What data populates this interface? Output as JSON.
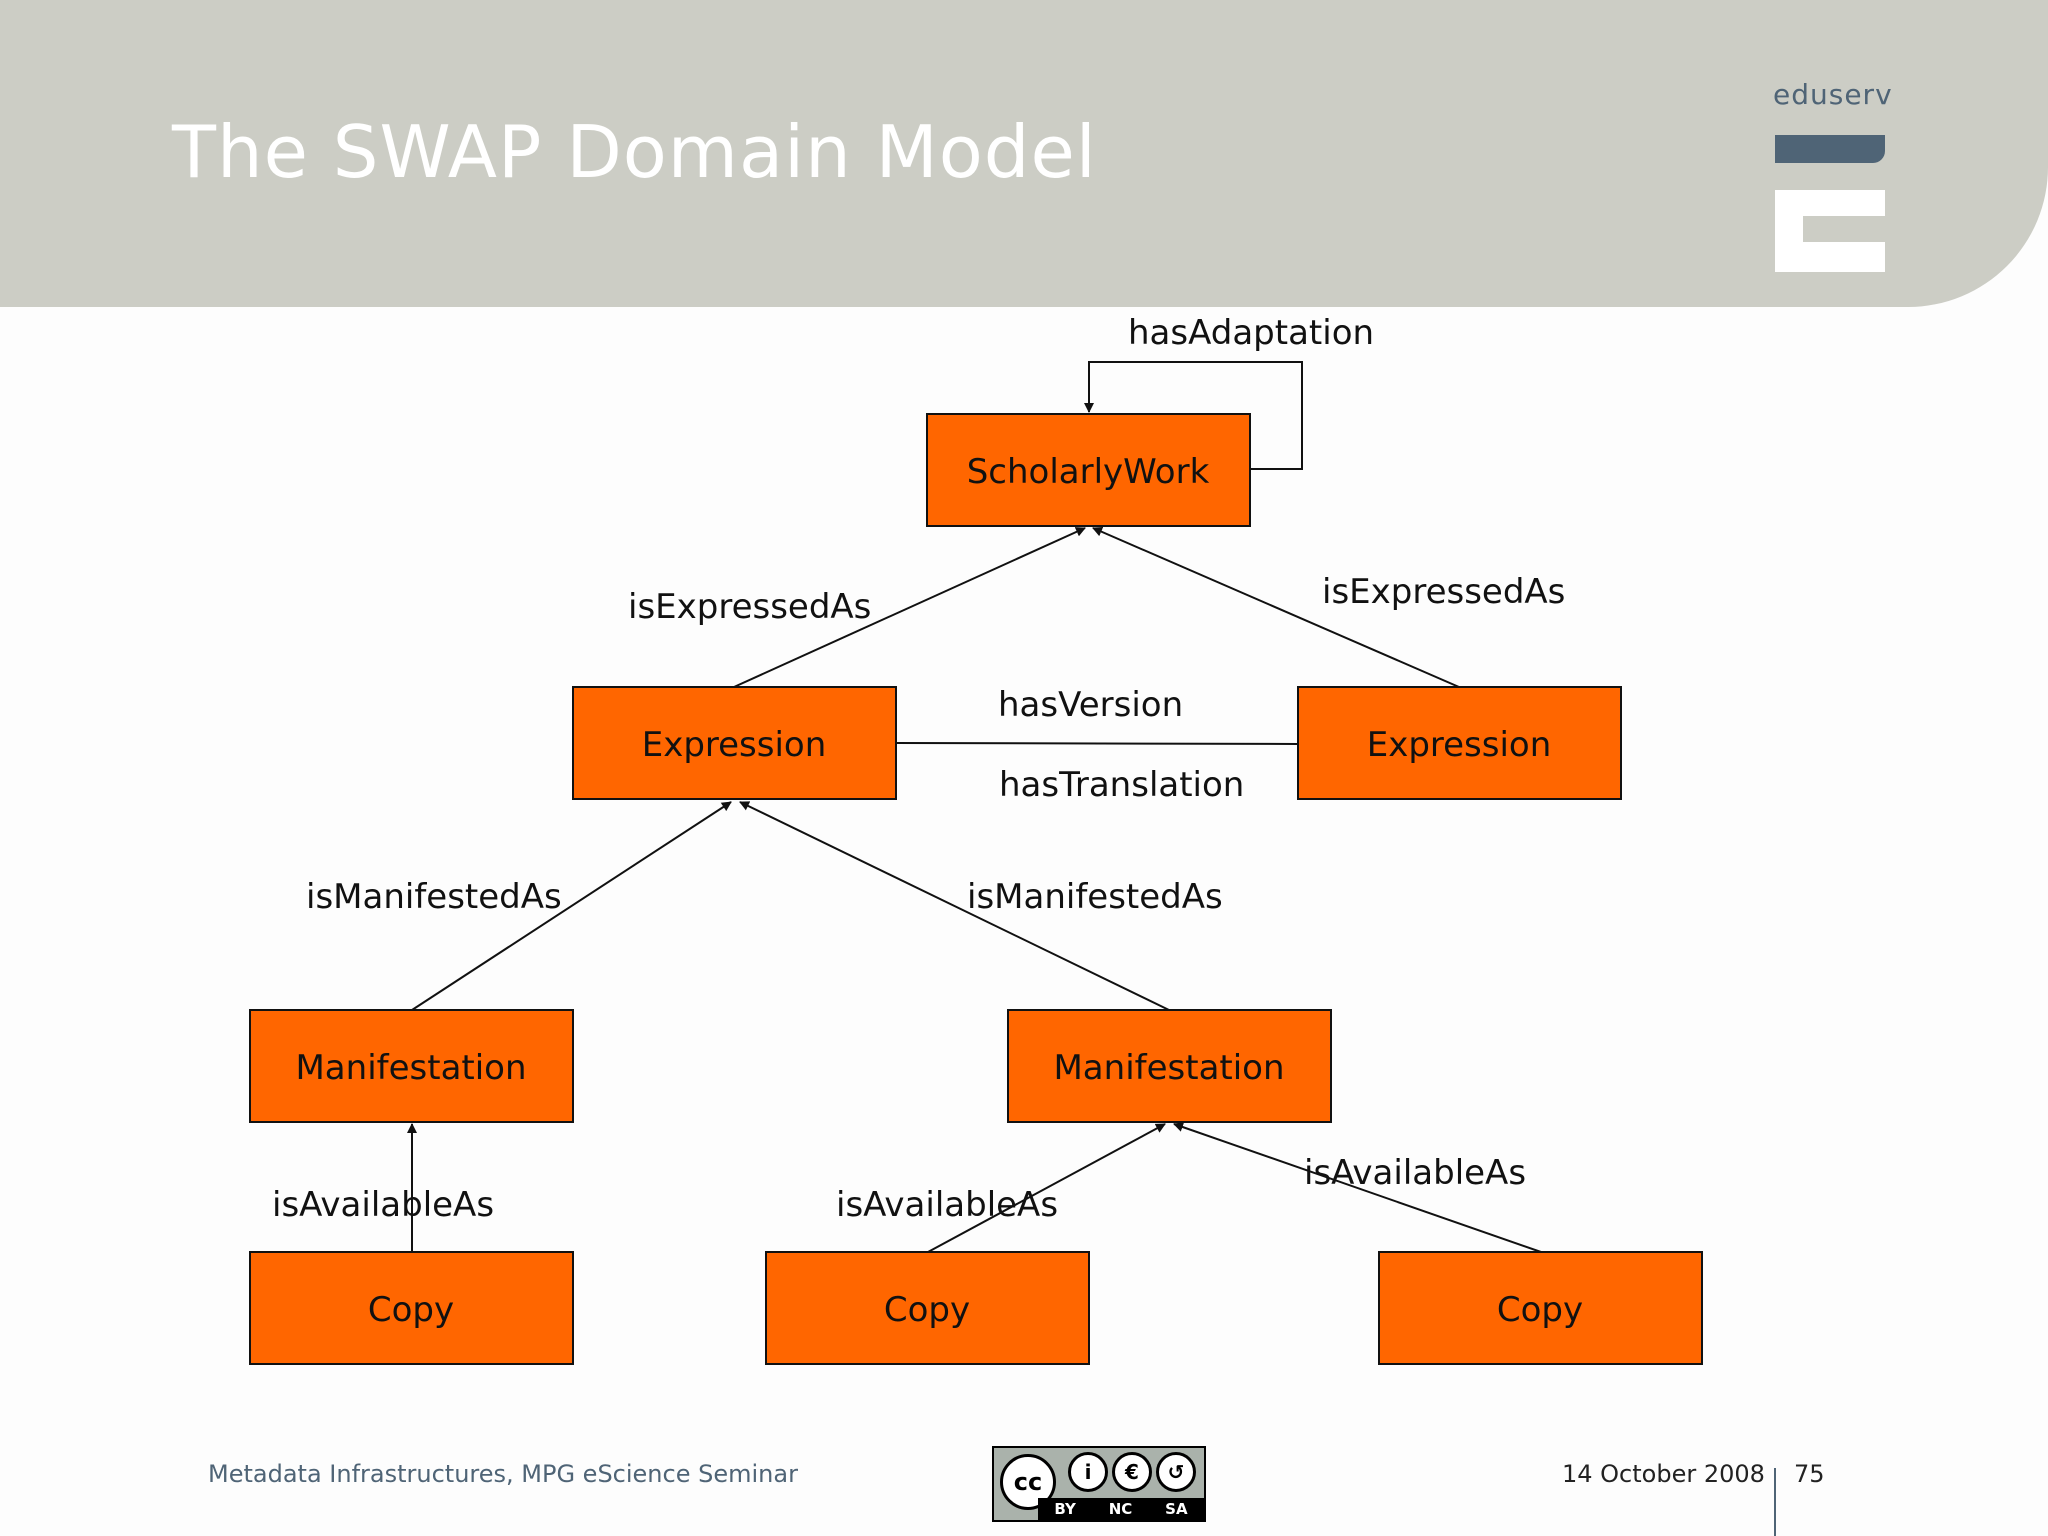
{
  "slide": {
    "title": "The SWAP Domain Model",
    "brand": "eduserv",
    "footer": {
      "left": "Metadata Infrastructures, MPG eScience Seminar",
      "date": "14 October 2008",
      "page": "75"
    },
    "license": {
      "main": "cc",
      "labels": [
        "BY",
        "NC",
        "SA"
      ]
    }
  },
  "colors": {
    "header": "#cccdc5",
    "node_fill": "#ff6600",
    "node_stroke": "#111111",
    "brand": "#4f6476"
  },
  "diagram": {
    "nodes": {
      "scholarly_work": "ScholarlyWork",
      "expression_1": "Expression",
      "expression_2": "Expression",
      "manifestation_1": "Manifestation",
      "manifestation_2": "Manifestation",
      "copy_1": "Copy",
      "copy_2": "Copy",
      "copy_3": "Copy"
    },
    "edges": {
      "has_adaptation": "hasAdaptation",
      "is_expressed_as_1": "isExpressedAs",
      "is_expressed_as_2": "isExpressedAs",
      "has_version": "hasVersion",
      "has_translation": "hasTranslation",
      "is_manifested_as_1": "isManifestedAs",
      "is_manifested_as_2": "isManifestedAs",
      "is_available_as_1": "isAvailableAs",
      "is_available_as_2": "isAvailableAs",
      "is_available_as_3": "isAvailableAs"
    }
  }
}
